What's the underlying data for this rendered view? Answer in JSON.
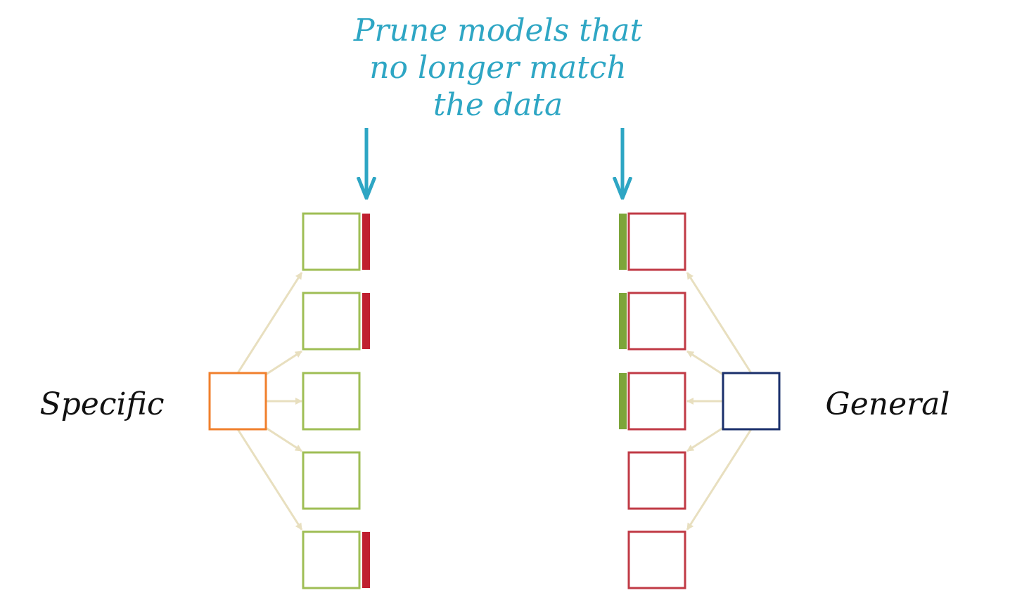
{
  "annotation": {
    "lines": [
      "Prune models that",
      "no longer match",
      "the data"
    ],
    "color": "#2ea6c4"
  },
  "labels": {
    "specific": "Specific",
    "general": "General"
  },
  "specific_side": {
    "source_color": "#f07f2c",
    "box_color": "#9fbe55",
    "marker_color": "#c0202f",
    "pruned": [
      true,
      true,
      false,
      false,
      true
    ]
  },
  "general_side": {
    "source_color": "#1a2f6b",
    "box_color": "#c03a45",
    "marker_color": "#7da53a",
    "pruned": [
      true,
      true,
      true,
      false,
      false
    ]
  },
  "edge_color": "#e8dfbf"
}
